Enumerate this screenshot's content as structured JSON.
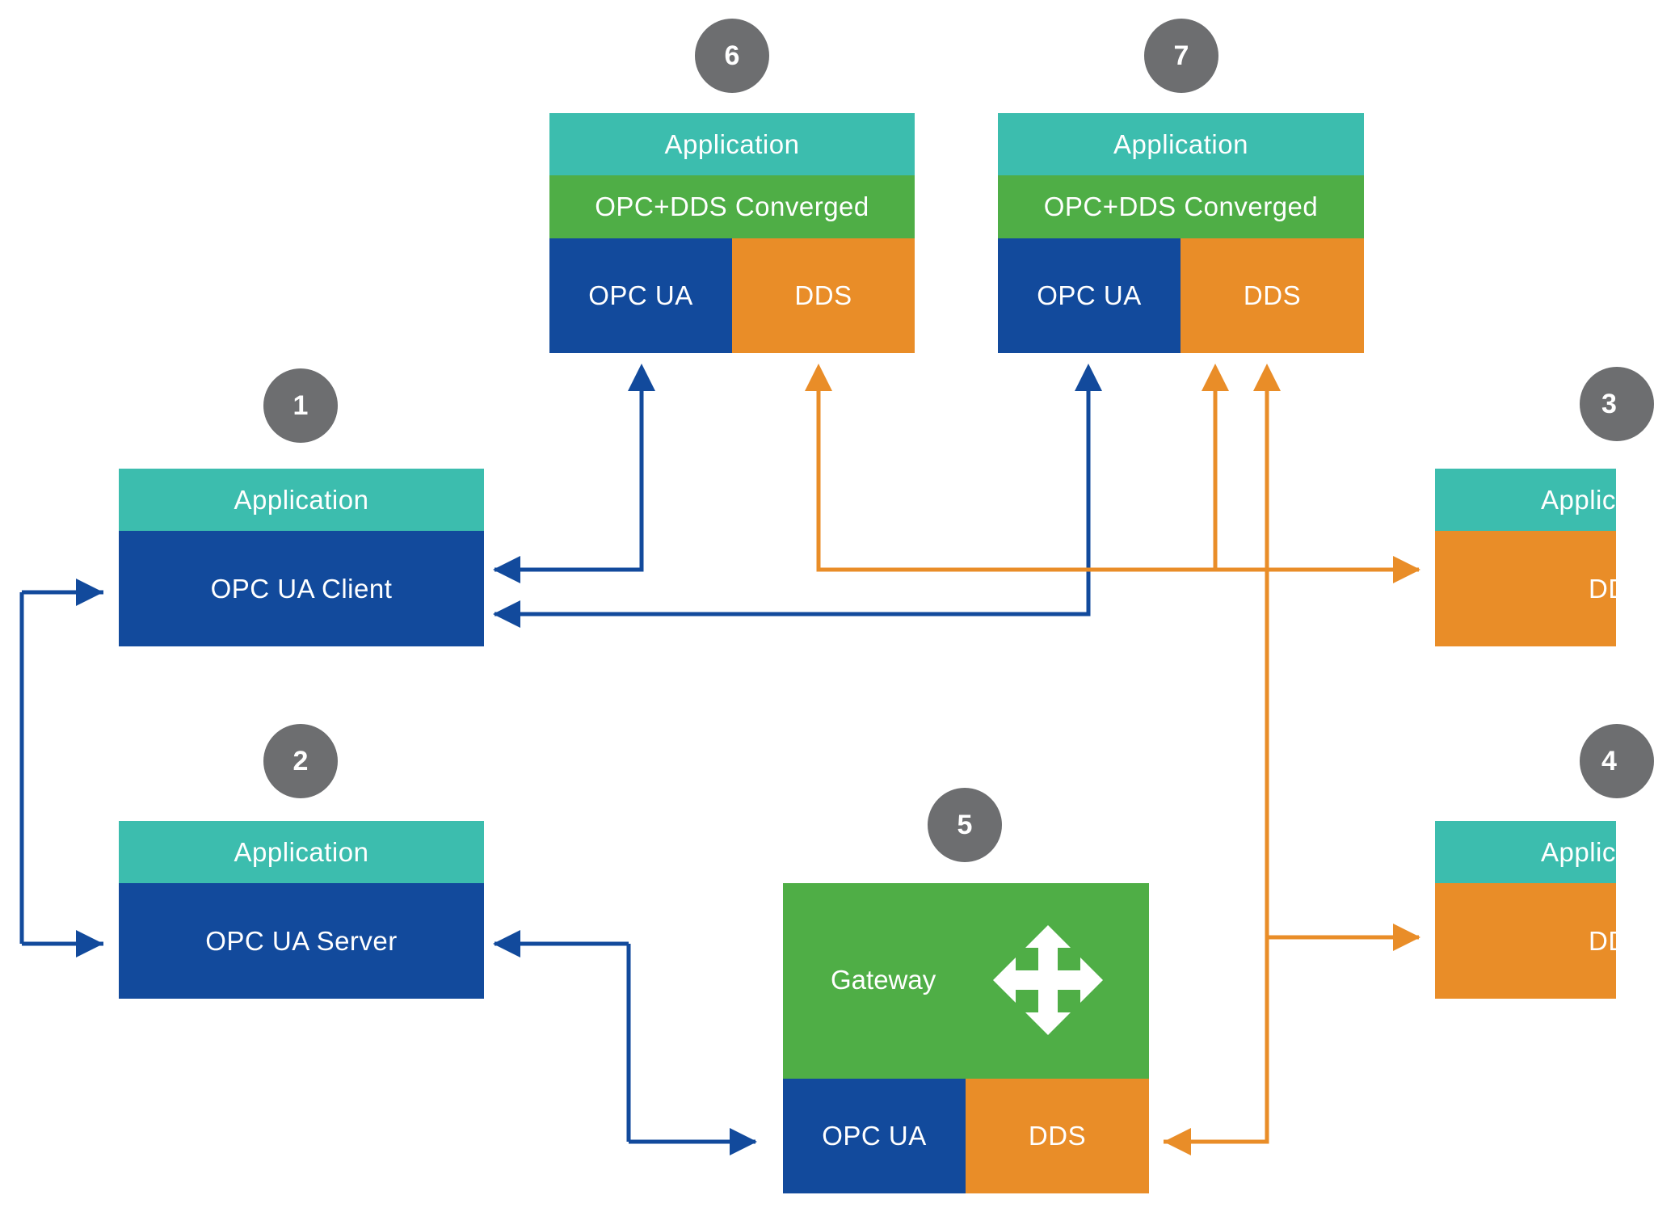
{
  "nodes": {
    "n1": {
      "number": "1",
      "app_label": "Application",
      "stack_label": "OPC UA Client"
    },
    "n2": {
      "number": "2",
      "app_label": "Application",
      "stack_label": "OPC UA Server"
    },
    "n3": {
      "number": "3",
      "app_label": "Applic",
      "stack_label": "DD"
    },
    "n4": {
      "number": "4",
      "app_label": "Applic",
      "stack_label": "DD"
    },
    "n5": {
      "number": "5",
      "gateway_label": "Gateway",
      "gateway_icon": "move-arrows-icon",
      "opc_label": "OPC UA",
      "dds_label": "DDS"
    },
    "n6": {
      "number": "6",
      "app_label": "Application",
      "converged_label": "OPC+DDS Converged",
      "opc_label": "OPC UA",
      "dds_label": "DDS"
    },
    "n7": {
      "number": "7",
      "app_label": "Application",
      "converged_label": "OPC+DDS Converged",
      "opc_label": "OPC UA",
      "dds_label": "DDS"
    }
  },
  "colors": {
    "application": "#3cbdae",
    "converged": "#4fae46",
    "opc_ua": "#124a9c",
    "dds": "#e98d28",
    "badge": "#6d6e70",
    "opc_link": "#124a9c",
    "dds_link": "#e98d28"
  }
}
